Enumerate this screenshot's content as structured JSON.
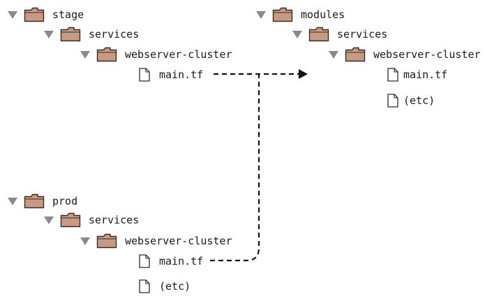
{
  "colors": {
    "folder_fill": "#c79a84",
    "folder_stroke": "#3a2b24",
    "triangle": "#8a8a8a",
    "file_stroke": "#2a2a2a",
    "arrow": "#111111"
  },
  "icons": {
    "expand": "triangle-down-icon",
    "folder": "folder-icon",
    "file": "file-icon"
  },
  "stage": {
    "root": "stage",
    "services": "services",
    "cluster": "webserver-cluster",
    "main": "main.tf"
  },
  "modules": {
    "root": "modules",
    "services": "services",
    "cluster": "webserver-cluster",
    "main": "main.tf",
    "etc": "(etc)"
  },
  "prod": {
    "root": "prod",
    "services": "services",
    "cluster": "webserver-cluster",
    "main": "main.tf",
    "etc": "(etc)"
  }
}
